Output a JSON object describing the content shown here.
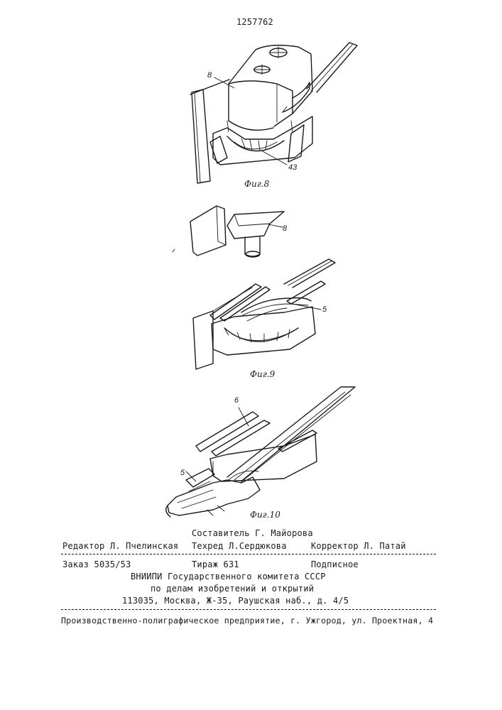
{
  "header": {
    "patent_number": "1257762"
  },
  "figures": [
    {
      "caption": "Фиг.8",
      "labels": [
        "8",
        "43"
      ]
    },
    {
      "caption": "",
      "labels": [
        "8"
      ]
    },
    {
      "caption": "Фиг.9",
      "labels": [
        "5"
      ]
    },
    {
      "caption": "Фиг.10",
      "labels": [
        "6",
        "5"
      ]
    }
  ],
  "colophon": {
    "compiler": "Составитель Г. Майорова",
    "editor": "Редактор Л. Пчелинская",
    "techred": "Техред Л.Сердюкова",
    "corrector": "Корректор Л. Патай",
    "order": "Заказ 5035/53",
    "circulation": "Тираж 631",
    "subscription": "Подписное",
    "org_line1": "ВНИИПИ Государственного комитета СССР",
    "org_line2": "по делам изобретений и открытий",
    "address": "113035, Москва, Ж-35, Раушская наб., д. 4/5",
    "printer": "Производственно-полиграфическое предприятие, г. Ужгород, ул. Проектная, 4"
  }
}
